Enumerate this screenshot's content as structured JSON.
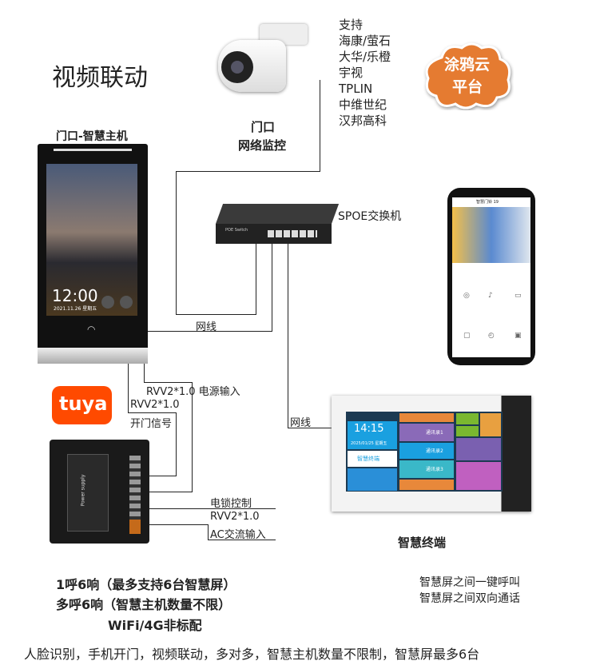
{
  "title": "视频联动",
  "camera": {
    "label1": "门口",
    "label2": "网络监控"
  },
  "brands": {
    "heading": "支持",
    "items": [
      "海康/萤石",
      "大华/乐橙",
      "宇视",
      "TPLIN",
      "中维世纪",
      "汉邦高科"
    ]
  },
  "cloud": {
    "line1": "涂鸦云",
    "line2": "平台",
    "color": "#e57b31"
  },
  "host": {
    "label": "门口-智慧主机",
    "time": "12:00",
    "date": "2021.11.26 星期五"
  },
  "switch": {
    "label": "SPOE交换机",
    "device_text": "POE Switch"
  },
  "phone": {
    "title": "智慧门铃 19"
  },
  "cables": {
    "net1": "网线",
    "net2": "网线",
    "power": "RVV2*1.0 电源输入",
    "signal_spec": "RVV2*1.0",
    "signal": "开门信号",
    "lock": "电锁控制",
    "ac_spec": "RVV2*1.0",
    "ac": "AC交流输入"
  },
  "tuya": {
    "logo": "tuya",
    "color": "#ff4a00"
  },
  "power_supply": {
    "text": "Power supply"
  },
  "terminal": {
    "label": "智慧终端",
    "time": "14:15",
    "date": "2025/01/25 星期五",
    "name": "智慧终端",
    "contacts": [
      "通讯录1",
      "通讯录2",
      "通讯录3"
    ]
  },
  "features_left": [
    "1呼6响（最多支持6台智慧屏）",
    "多呼6响（智慧主机数量不限）",
    "WiFi/4G非标配"
  ],
  "features_right": [
    "智慧屏之间一键呼叫",
    "智慧屏之间双向通话"
  ],
  "summary": "人脸识别，手机开门，视频联动，多对多，智慧主机数量不限制，智慧屏最多6台"
}
